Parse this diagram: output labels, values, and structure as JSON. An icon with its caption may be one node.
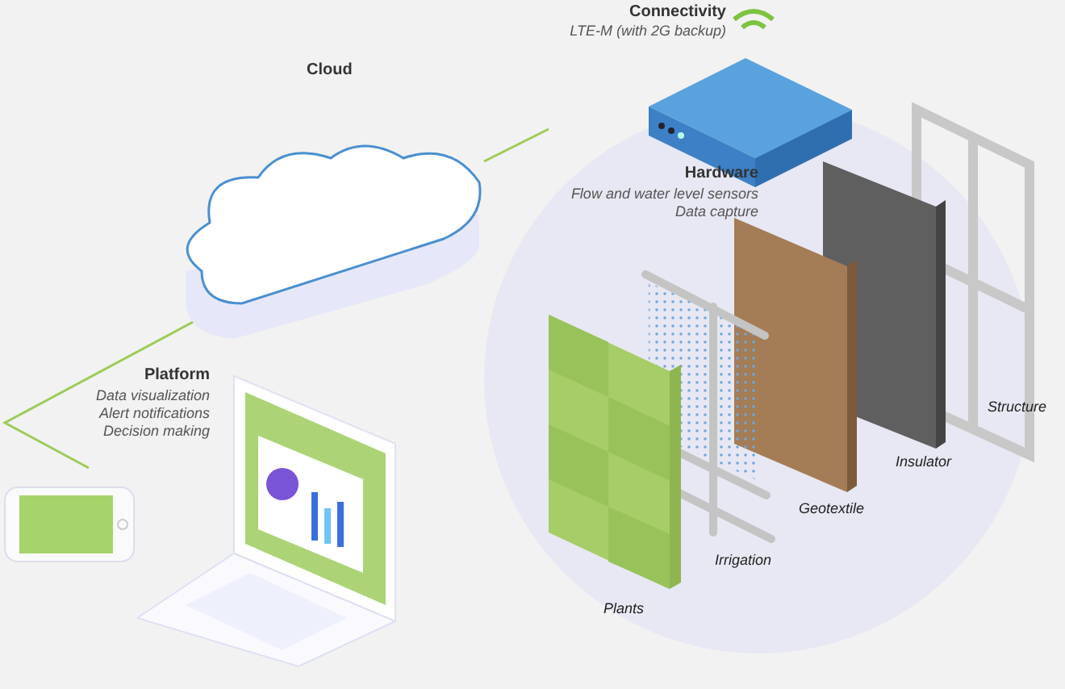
{
  "diagram": {
    "nodes": [
      {
        "text": [
          "Cloud"
        ]
      },
      {
        "text": [
          "Hardware",
          "Flow and water level sensors Data capture"
        ],
        "beside": [
          "Connectivity",
          "LTE-M (with 2G backup)"
        ]
      },
      {
        "text": [
          "Platform",
          "Data visualization Alert notifications Decision making"
        ]
      }
    ],
    "edges": [
      {
        "from": 0,
        "to": 1,
        "arrow": "none"
      },
      {
        "from": 0,
        "to": 2,
        "arrow": "none"
      }
    ],
    "labels": [
      "Structure",
      "Insulator",
      "Geotextile",
      "Irrigation",
      "Plants"
    ]
  }
}
